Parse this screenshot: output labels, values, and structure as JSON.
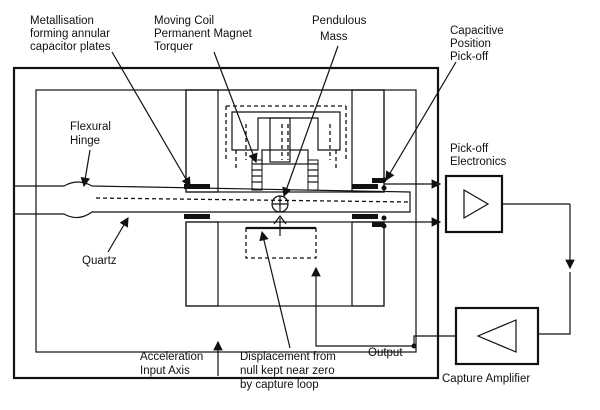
{
  "labels": {
    "metallisation_1": "Metallisation",
    "metallisation_2": "forming annular",
    "metallisation_3": "capacitor plates",
    "coil_1": "Moving Coil",
    "coil_2": "Permanent Magnet",
    "coil_3": "Torquer",
    "pendulous_1": "Pendulous",
    "pendulous_2": "Mass",
    "capacitive_1": "Capacitive",
    "capacitive_2": "Position",
    "capacitive_3": "Pick-off",
    "flexural_1": "Flexural",
    "flexural_2": "Hinge",
    "quartz": "Quartz",
    "pickoff_elec_1": "Pick-off",
    "pickoff_elec_2": "Electronics",
    "capture_amp": "Capture Amplifier",
    "output": "Output",
    "accel_1": "Acceleration",
    "accel_2": "Input Axis",
    "displacement_1": "Displacement from",
    "displacement_2": "null kept near zero",
    "displacement_3": "by capture loop"
  }
}
